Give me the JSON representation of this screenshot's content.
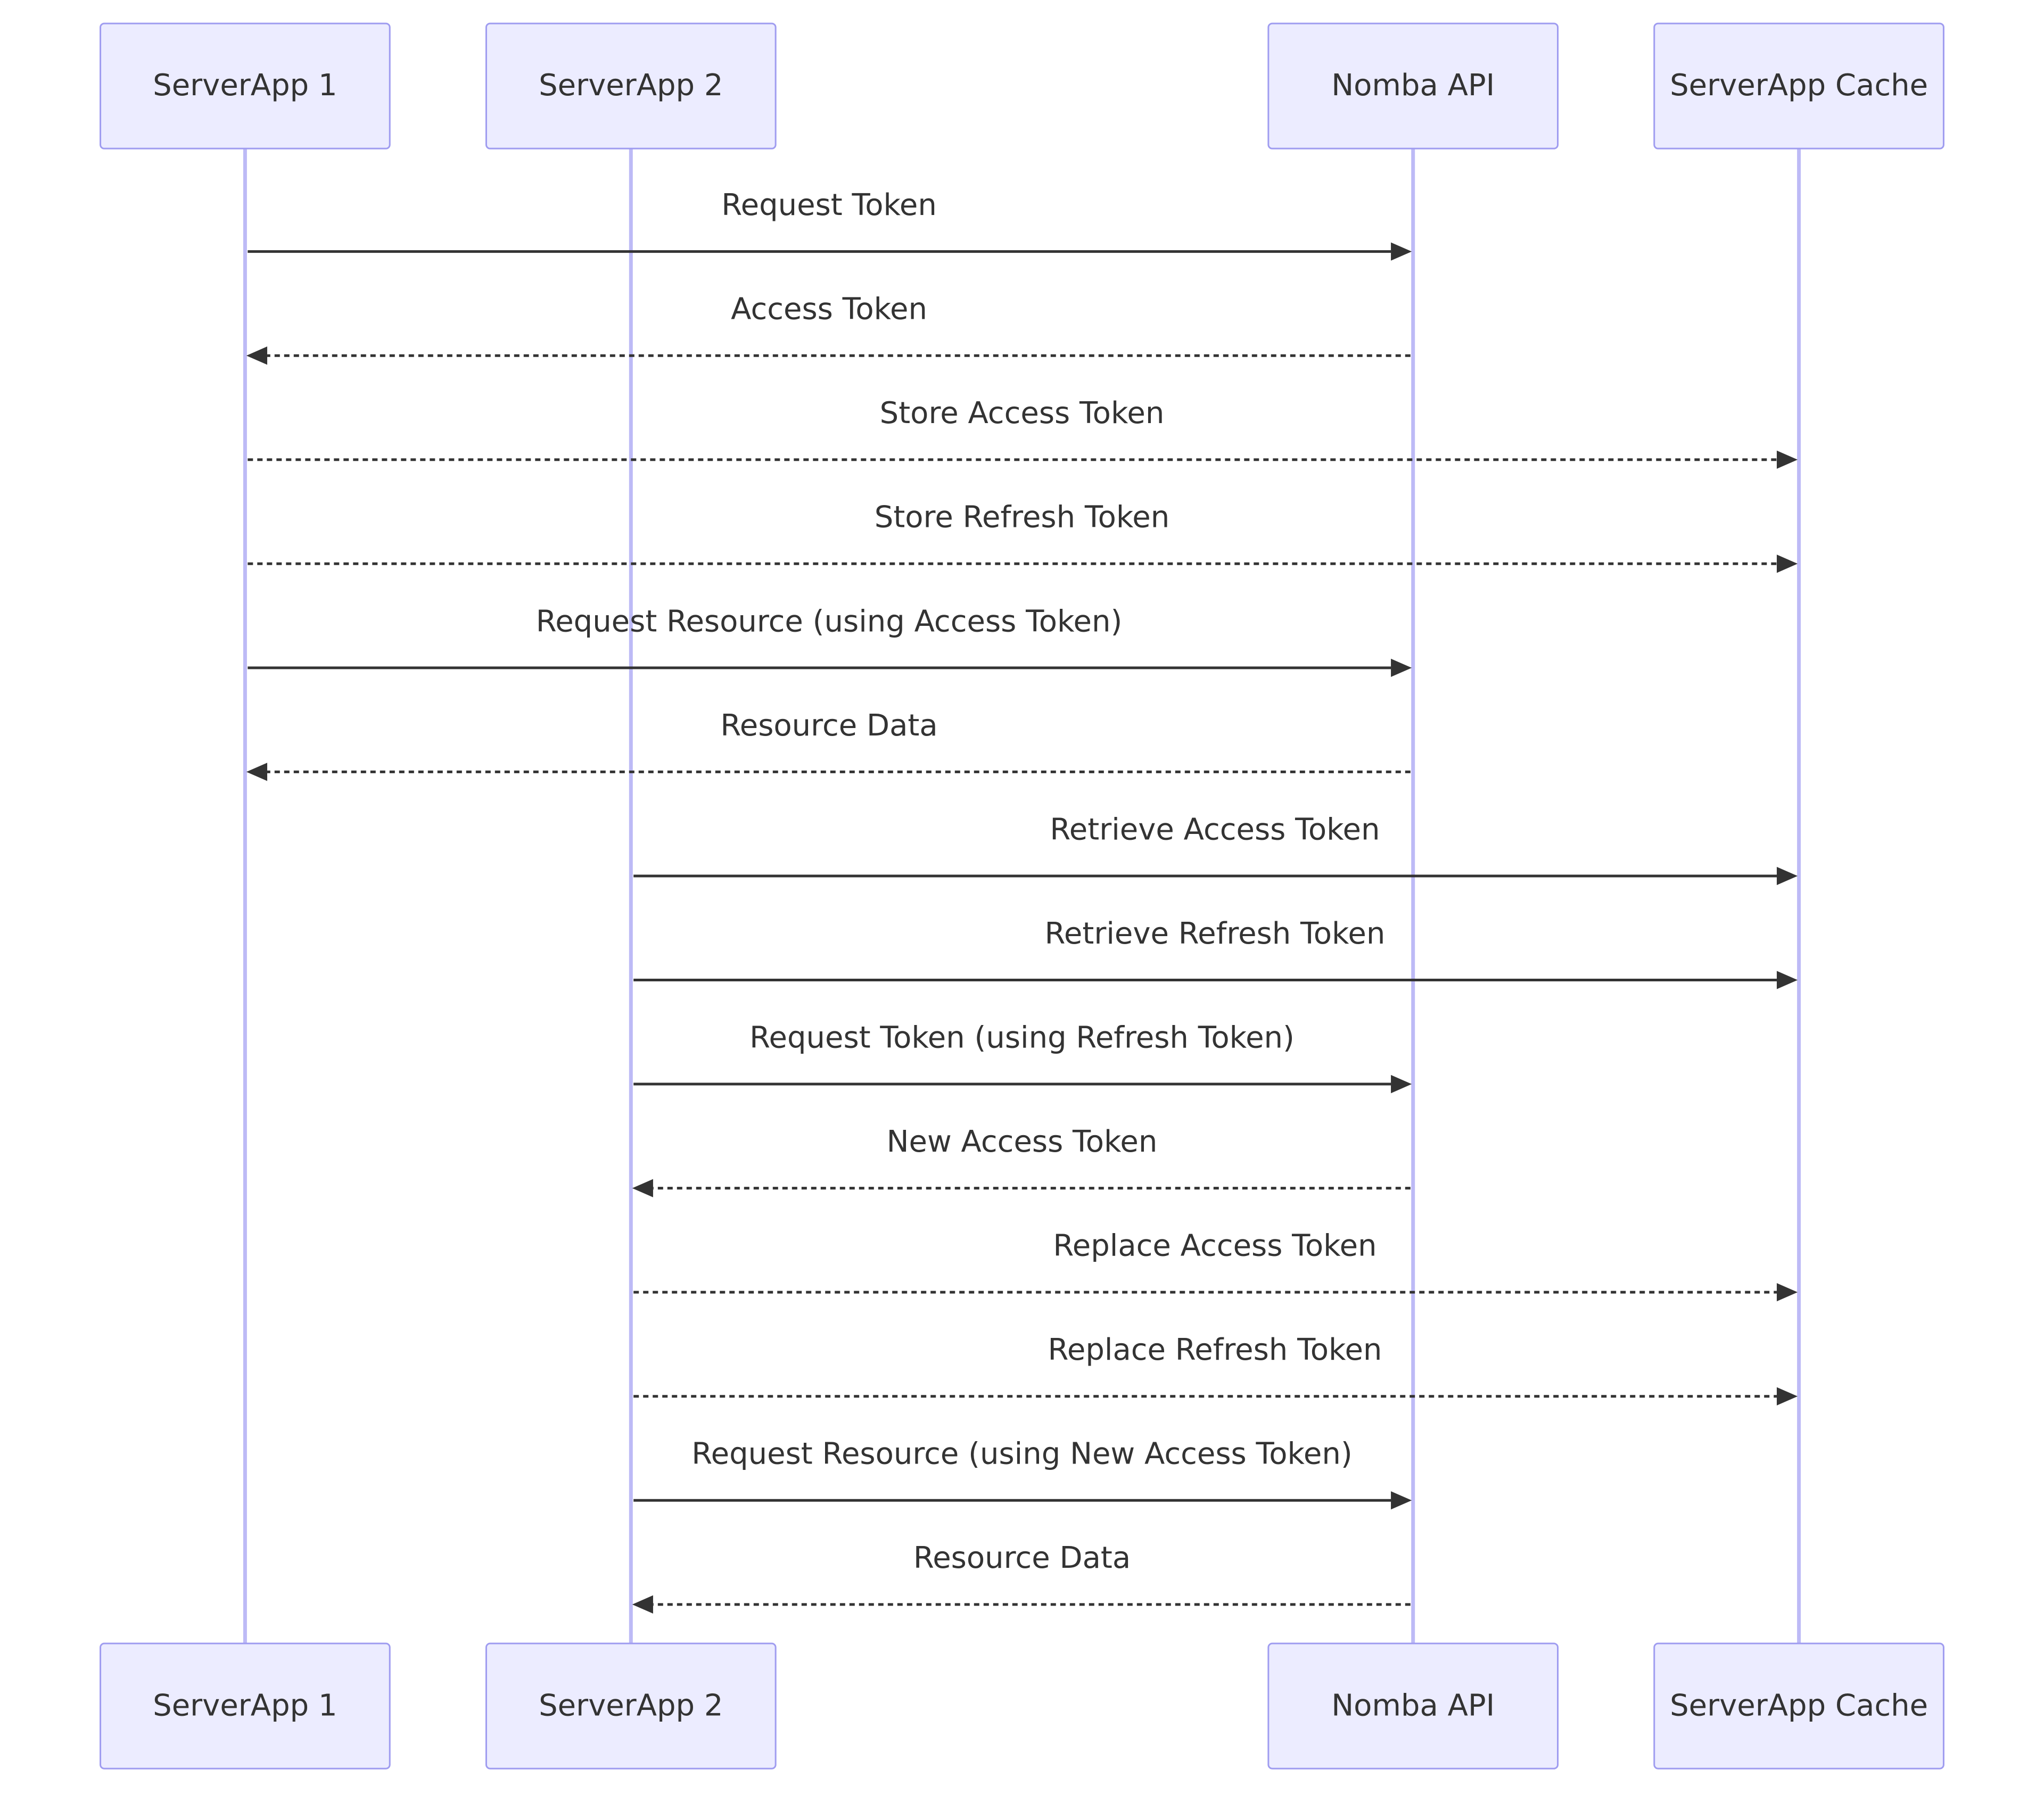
{
  "participants": [
    {
      "id": "p1",
      "label": "ServerApp 1"
    },
    {
      "id": "p2",
      "label": "ServerApp 2"
    },
    {
      "id": "p3",
      "label": "Nomba API"
    },
    {
      "id": "p4",
      "label": "ServerApp Cache"
    }
  ],
  "messages": [
    {
      "from": "p1",
      "to": "p3",
      "label": "Request Token",
      "style": "solid"
    },
    {
      "from": "p3",
      "to": "p1",
      "label": "Access Token",
      "style": "dashed"
    },
    {
      "from": "p1",
      "to": "p4",
      "label": "Store Access Token",
      "style": "dashed"
    },
    {
      "from": "p1",
      "to": "p4",
      "label": "Store Refresh Token",
      "style": "dashed"
    },
    {
      "from": "p1",
      "to": "p3",
      "label": "Request Resource (using Access Token)",
      "style": "solid"
    },
    {
      "from": "p3",
      "to": "p1",
      "label": "Resource Data",
      "style": "dashed"
    },
    {
      "from": "p2",
      "to": "p4",
      "label": "Retrieve Access Token",
      "style": "solid"
    },
    {
      "from": "p2",
      "to": "p4",
      "label": "Retrieve Refresh Token",
      "style": "solid"
    },
    {
      "from": "p2",
      "to": "p3",
      "label": "Request Token (using Refresh Token)",
      "style": "solid"
    },
    {
      "from": "p3",
      "to": "p2",
      "label": "New Access Token",
      "style": "dashed"
    },
    {
      "from": "p2",
      "to": "p4",
      "label": "Replace Access Token",
      "style": "dashed"
    },
    {
      "from": "p2",
      "to": "p4",
      "label": "Replace Refresh Token",
      "style": "dashed"
    },
    {
      "from": "p2",
      "to": "p3",
      "label": "Request Resource (using New Access Token)",
      "style": "solid"
    },
    {
      "from": "p3",
      "to": "p2",
      "label": "Resource Data",
      "style": "dashed"
    }
  ],
  "colors": {
    "actor_fill": "#ececff",
    "actor_border": "#9f9cf0",
    "lifeline": "#bdbaf6",
    "message": "#333333",
    "text": "#333333"
  }
}
